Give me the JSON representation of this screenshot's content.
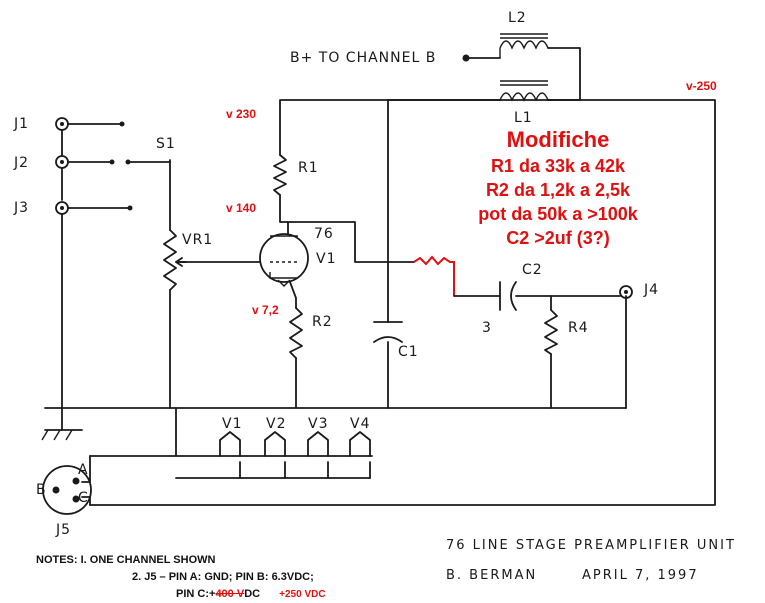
{
  "labels": {
    "l2": "L2",
    "l1": "L1",
    "bplus": "B+ TO CHANNEL B",
    "j1": "J1",
    "j2": "J2",
    "j3": "J3",
    "s1": "S1",
    "vr1": "VR1",
    "r1": "R1",
    "r2": "R2",
    "r4": "R4",
    "c1": "C1",
    "c2": "C2",
    "v1": "V1",
    "tube": "76",
    "j4": "J4",
    "j5": "J5",
    "pin_a": "A",
    "pin_b": "B",
    "pin_c": "C",
    "heaters": [
      "V1",
      "V2",
      "V3",
      "V4"
    ],
    "three": "3"
  },
  "annotations": {
    "v250": "v-250",
    "v230": "v 230",
    "v140": "v 140",
    "v72": "v 7,2",
    "title": "Modifiche",
    "lines": [
      "R1 da 33k a 42k",
      "R2 da 1,2k a 2,5k",
      "pot da 50k a >100k",
      "C2 >2uf (3?)"
    ]
  },
  "notes": {
    "line1": "NOTES: I. ONE CHANNEL SHOWN",
    "line2": "2. J5 – PIN A: GND; PIN B: 6.3VDC;",
    "line3_prefix": "PIN C:+",
    "line3_struck": "400 V",
    "line3_suffix": "DC",
    "line3_red": "+250 VDC"
  },
  "footer": {
    "title": "76 LINE STAGE PREAMPLIFIER UNIT",
    "author": "B. BERMAN",
    "date": "APRIL 7, 1997"
  },
  "colors": {
    "ink": "#1a1a1a",
    "annotation": "#e01010"
  }
}
